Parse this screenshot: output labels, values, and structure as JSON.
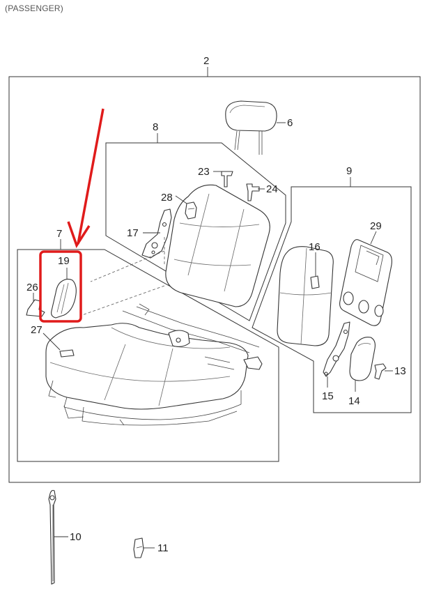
{
  "caption": "(PASSENGER)",
  "labels": {
    "p2": "2",
    "p6": "6",
    "p7": "7",
    "p8": "8",
    "p9": "9",
    "p10": "10",
    "p11": "11",
    "p13": "13",
    "p14": "14",
    "p15": "15",
    "p16": "16",
    "p17": "17",
    "p19": "19",
    "p23": "23",
    "p24": "24",
    "p26": "26",
    "p27": "27",
    "p28": "28",
    "p29": "29"
  },
  "highlight": {
    "color": "#e01b1b",
    "target_part": "19"
  }
}
